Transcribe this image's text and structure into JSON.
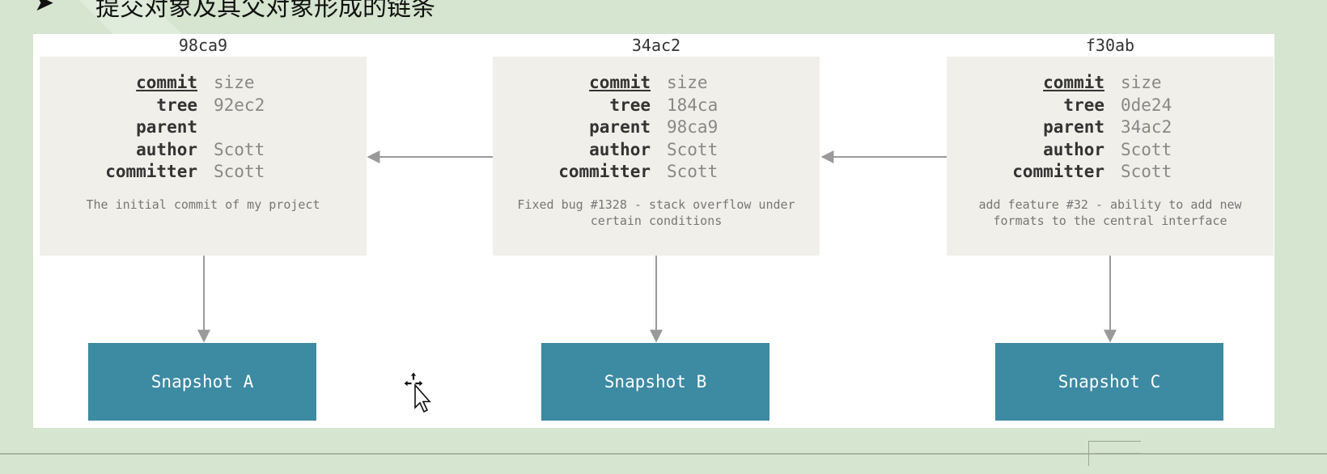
{
  "heading": {
    "bullet": "➤",
    "text": "提交对象及其父对象形成的链条"
  },
  "field_keys": [
    "commit",
    "tree",
    "parent",
    "author",
    "committer"
  ],
  "commits": [
    {
      "id": "98ca9",
      "values": [
        "size",
        "92ec2",
        "",
        "Scott",
        "Scott"
      ],
      "message": "The initial commit of my project",
      "snapshot": "Snapshot A"
    },
    {
      "id": "34ac2",
      "values": [
        "size",
        "184ca",
        "98ca9",
        "Scott",
        "Scott"
      ],
      "message": "Fixed bug #1328 - stack overflow under certain conditions",
      "snapshot": "Snapshot B"
    },
    {
      "id": "f30ab",
      "values": [
        "size",
        "0de24",
        "34ac2",
        "Scott",
        "Scott"
      ],
      "message": "add feature #32 - ability to add new formats to the central interface",
      "snapshot": "Snapshot C"
    }
  ],
  "colors": {
    "background": "#d5e5cf",
    "commit_box": "#f0efea",
    "snapshot": "#3d8aa3",
    "arrow": "#9a9a9a"
  },
  "icons": [
    "arrow-right-bullet-icon",
    "move-cursor-icon"
  ]
}
